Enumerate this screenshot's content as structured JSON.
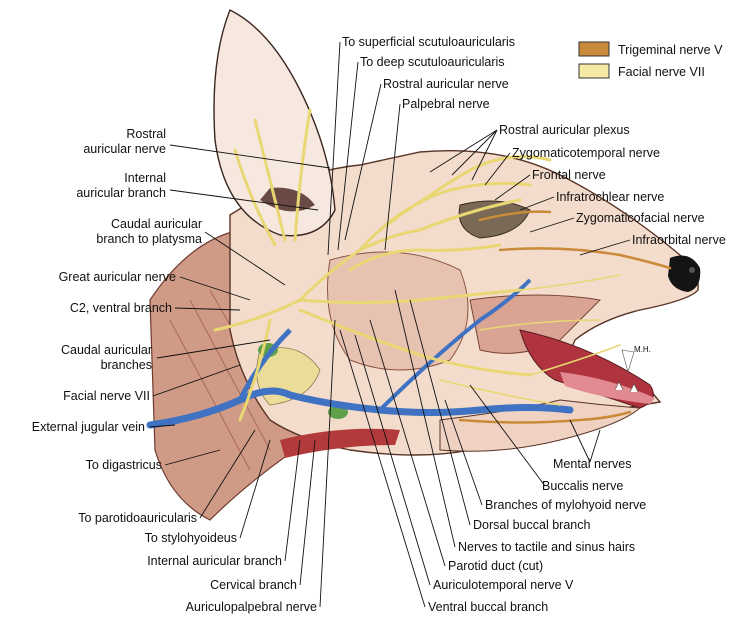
{
  "legend": {
    "trigeminal": {
      "label": "Trigeminal nerve V",
      "color": "#c98a3a"
    },
    "facial": {
      "label": "Facial nerve VII",
      "color": "#f6eba6"
    }
  },
  "artist_mark": "M.H.",
  "labels": {
    "superficial_scutuloauricularis": "To superficial scutuloauricularis",
    "deep_scutuloauricularis": "To deep scutuloauricularis",
    "rostral_auricular_top": "Rostral auricular nerve",
    "palpebral": "Palpebral nerve",
    "rostral_auricular_plexus": "Rostral auricular plexus",
    "zygomaticotemporal": "Zygomaticotemporal nerve",
    "frontal": "Frontal nerve",
    "infratrochlear": "Infratrochlear nerve",
    "zygomaticofacial": "Zygomaticofacial nerve",
    "infraorbital": "Infraorbital nerve",
    "rostral_auricular_left_1": "Rostral",
    "rostral_auricular_left_2": "auricular nerve",
    "internal_auricular_1": "Internal",
    "internal_auricular_2": "auricular branch",
    "caudal_platysma_1": "Caudal auricular",
    "caudal_platysma_2": "branch to platysma",
    "great_auricular": "Great auricular nerve",
    "c2_ventral": "C2, ventral branch",
    "caudal_branches_1": "Caudal auricular",
    "caudal_branches_2": "branches",
    "facial_vii": "Facial nerve VII",
    "ext_jugular": "External jugular vein",
    "to_digastricus": "To digastricus",
    "to_parotidoauricularis": "To parotidoauricularis",
    "to_stylohyoideus": "To stylohyoideus",
    "internal_auricular_bottom": "Internal auricular branch",
    "cervical_branch": "Cervical branch",
    "auriculopalpebral": "Auriculopalpebral nerve",
    "mental": "Mental nerves",
    "buccalis": "Buccalis nerve",
    "mylohyoid": "Branches of mylohyoid nerve",
    "dorsal_buccal": "Dorsal buccal branch",
    "tactile_hairs": "Nerves to tactile and sinus hairs",
    "parotid_duct": "Parotid duct (cut)",
    "auriculotemporal": "Auriculotemporal nerve V",
    "ventral_buccal": "Ventral buccal branch"
  }
}
